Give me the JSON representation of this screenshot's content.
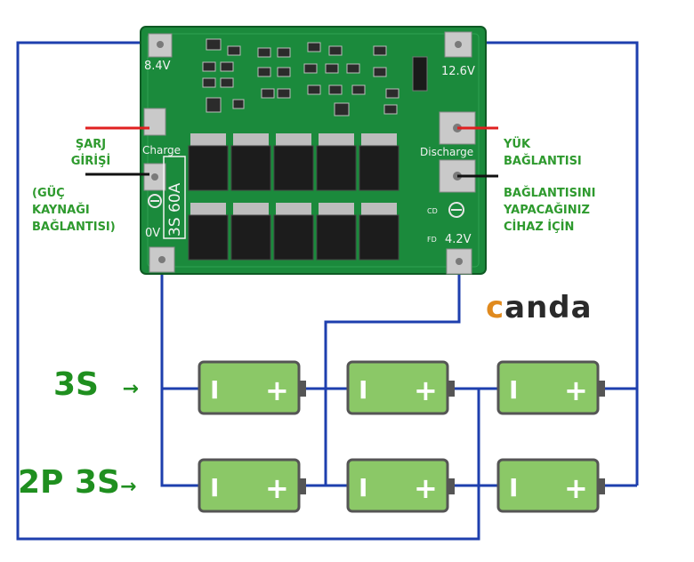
{
  "board": {
    "pin_labels": {
      "top_left": "8.4V",
      "top_right": "12.6V",
      "bottom_left": "0V",
      "bottom_right": "4.2V",
      "charge": "Charge",
      "discharge": "Discharge",
      "model": "3S 60A",
      "cd": "CD",
      "fd": "FD"
    }
  },
  "annotations": {
    "sarj_girisi": [
      "ŞARJ",
      "GİRİŞİ"
    ],
    "guc_kaynagi": [
      "(GÜÇ",
      "KAYNAĞI",
      "BAĞLANTISI)"
    ],
    "yuk_baglantisi": [
      "YÜK",
      "BAĞLANTISI"
    ],
    "cihaz": [
      "BAĞLANTISINI",
      "YAPACAĞINIZ",
      "CİHAZ İÇİN"
    ]
  },
  "row_labels": {
    "row1": "3S",
    "row2": "2P 3S",
    "arrow": "→"
  },
  "battery": {
    "minus": "I",
    "plus": "+"
  },
  "brand": {
    "first": "c",
    "rest": "anda"
  },
  "colors": {
    "wire_blue": "#1e3fae",
    "wire_red": "#e02020",
    "wire_black": "#111111",
    "pcb_green": "#1b8a3c",
    "battery_body": "#8bc867",
    "battery_border": "#555555",
    "label_green": "#2e9a2e",
    "brand_orange": "#e08a1e"
  }
}
